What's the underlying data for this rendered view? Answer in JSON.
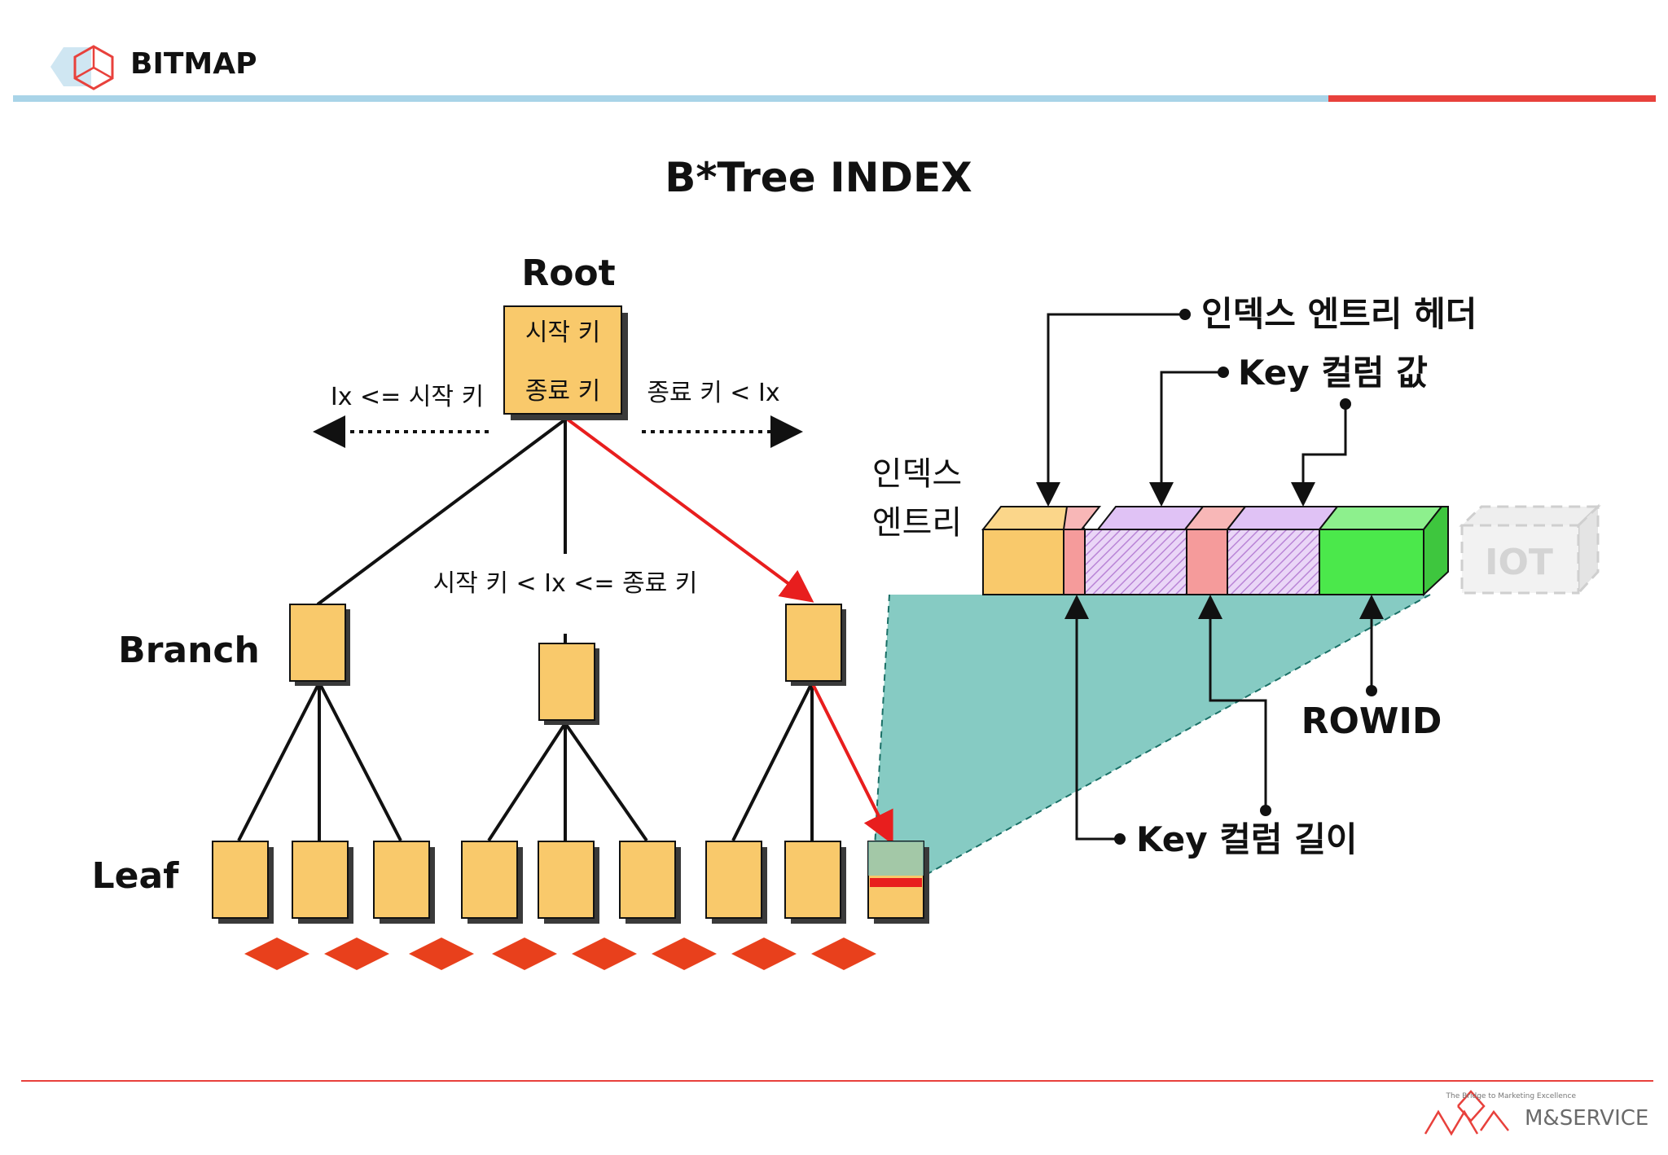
{
  "header": {
    "section_title": "BITMAP",
    "accent_colors": {
      "blue": "#a9d4e8",
      "red": "#e8413c"
    }
  },
  "diagram": {
    "title": "B*Tree INDEX",
    "levels": {
      "root": "Root",
      "branch": "Branch",
      "leaf": "Leaf"
    },
    "root_box": {
      "start_key": "시작 키",
      "end_key": "종료 키"
    },
    "conditions": {
      "left": "Ix <= 시작 키",
      "right": "종료 키 < Ix",
      "middle": "시작 키 < Ix <= 종료 키"
    },
    "entry_label": {
      "line1": "인덱스",
      "line2": "엔트리"
    },
    "callouts": {
      "entry_header": "인덱스 엔트리 헤더",
      "key_value": "Key 컬럼 값",
      "rowid": "ROWID",
      "key_length": "Key 컬럼 길이"
    },
    "iot_label": "IOT",
    "colors": {
      "node": "#f9c96b",
      "key_length": "#f59b9b",
      "key_value": "#d4a6f2",
      "rowid": "#4be84b",
      "zoom": "#7fc8c0",
      "path": "#e81e1e",
      "leaf_link": "#e8401c"
    }
  },
  "footer": {
    "brand": "M&SERVICE",
    "tagline": "The Bridge to Marketing Excellence"
  }
}
